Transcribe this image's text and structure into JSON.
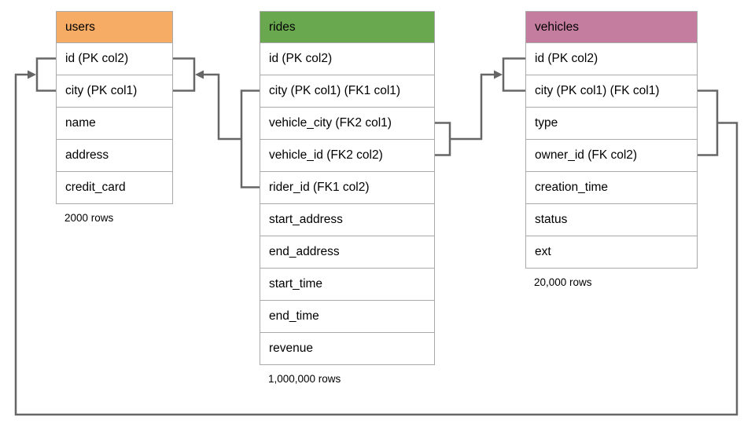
{
  "diagram": {
    "line_color": "#666666",
    "cell_border_color": "#A9A9A9",
    "tables": [
      {
        "name": "users",
        "header_color": "#F6AC64",
        "columns": [
          "id (PK col2)",
          "city (PK col1)",
          "name",
          "address",
          "credit_card"
        ],
        "row_count": "2000 rows"
      },
      {
        "name": "rides",
        "header_color": "#6AA84F",
        "columns": [
          "id (PK col2)",
          "city (PK col1) (FK1 col1)",
          "vehicle_city (FK2 col1)",
          "vehicle_id (FK2 col2)",
          "rider_id (FK1 col2)",
          "start_address",
          "end_address",
          "start_time",
          "end_time",
          "revenue"
        ],
        "row_count": "1,000,000 rows"
      },
      {
        "name": "vehicles",
        "header_color": "#C47C9F",
        "columns": [
          "id (PK col2)",
          "city (PK col1) (FK col1)",
          "type",
          "owner_id (FK col2)",
          "creation_time",
          "status",
          "ext"
        ],
        "row_count": "20,000 rows"
      }
    ],
    "relationships": [
      {
        "name": "rides-to-users",
        "from": "rides (city, rider_id) FK1",
        "to": "users (id, city)"
      },
      {
        "name": "rides-to-vehicles",
        "from": "rides (vehicle_city, vehicle_id) FK2",
        "to": "vehicles (city, id)"
      },
      {
        "name": "vehicles-to-users",
        "from": "vehicles (city, owner_id) FK",
        "to": "users (id, city)"
      }
    ]
  }
}
